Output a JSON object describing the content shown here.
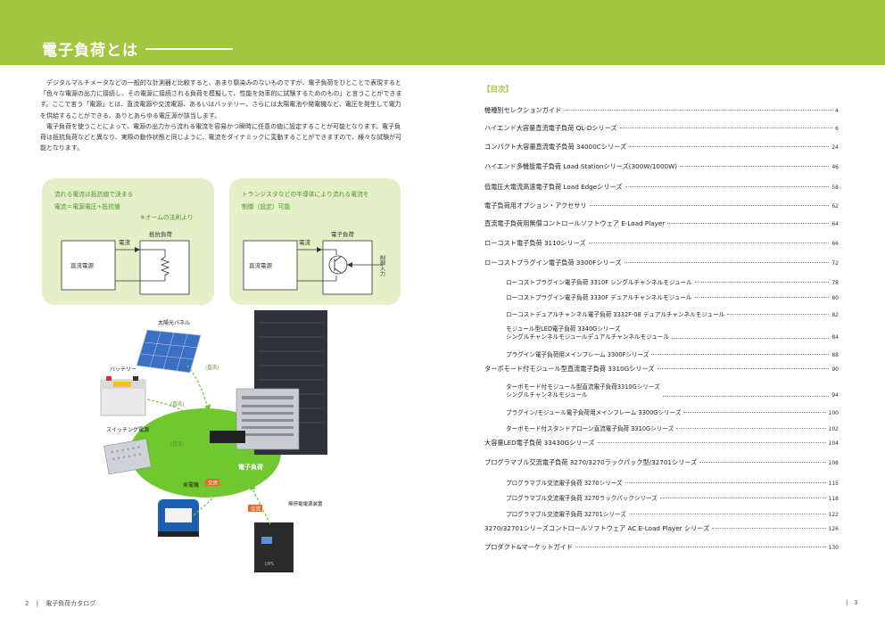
{
  "banner": {
    "title": "電子負荷とは"
  },
  "intro": {
    "p1": "デジタルマルチメータなどの一般的な計測器と比較すると、あまり馴染みのないものですが、電子負荷をひとことで表現すると「色々な電源の出力に接続し、その電源に接続される負荷を模擬して、性能を効率的に試験するためのもの」と言うことができます。ここで言う「電源」とは、直流電源や交流電源、あるいはバッテリー、さらには太陽電池や発電機など、電圧を発生して電力を供給することができる、ありとあらゆる電圧源が該当します。",
    "p2": "電子負荷を使うことによって、電源の出力から流れる電流を容易かつ瞬時に任意の値に設定することが可能となります。電子負荷は抵抗負荷などと異なり、実際の動作状態と同じように、電流をダイナミックに変動することができますので、様々な試験が可能となります。"
  },
  "box1": {
    "line1": "流れる電流は抵抗値で決まる",
    "line2": "電流＝電源電圧÷抵抗値",
    "note": "※オームの法則より",
    "source_label": "直流電源",
    "current_label": "電流",
    "load_label": "抵抗負荷"
  },
  "box2": {
    "line1": "トランジスタなどの半導体により流れる電流を",
    "line2": "制御（設定）可能",
    "source_label": "直流電源",
    "current_label": "電流",
    "load_label": "電子負荷",
    "control_label": "制御入力"
  },
  "illustration": {
    "solar_label": "太陽光パネル",
    "battery_label": "バッテリー",
    "switching_label": "スイッチング電源",
    "generator_label": "発電機",
    "ups_label": "無停電電源装置",
    "center_label": "電子負荷",
    "dc_tag": "(直流)",
    "ac_tag": "交流",
    "ups_text": "UPS"
  },
  "footer": {
    "left_page": "2",
    "left_title": "電子負荷カタログ",
    "right_page": "3"
  },
  "toc": {
    "heading": "【目次】",
    "entries": [
      {
        "label": "機種別セレクションガイド",
        "page": "4"
      },
      {
        "label": "ハイエンド大容量直流電子負荷 QL-Dシリーズ",
        "page": "6"
      },
      {
        "label": "コンパクト大容量直流電子負荷 34000Cシリーズ",
        "page": "24"
      },
      {
        "label": "ハイエンド多機能電子負荷 Load Stationシリーズ(300W/1000W)",
        "page": "46"
      },
      {
        "label": "低電圧大電流高速電子負荷 Load Edgeシリーズ",
        "page": "58"
      },
      {
        "label": "電子負荷用オプション・アクセサリ",
        "page": "62"
      },
      {
        "label": "直流電子負荷用無償コントロールソフトウェア E-Load Player",
        "page": "64"
      },
      {
        "label": "ローコスト電子負荷 3110シリーズ",
        "page": "66"
      },
      {
        "label": "ローコストプラグイン電子負荷 3300Fシリーズ",
        "page": "72"
      },
      {
        "label": "ローコストプラグイン電子負荷 3310F シングルチャンネルモジュール",
        "page": "78"
      },
      {
        "label": "ローコストプラグイン電子負荷 3330F デュアルチャンネルモジュール",
        "page": "80"
      },
      {
        "label": "ローコストデュアルチャンネル電子負荷 3332F-08 デュアルチャンネルモジュール",
        "page": "82"
      },
      {
        "label": "モジュール型LED電子負荷 3340Gシリーズ\nシングルチャンネルモジュールデュアルチャンネルモジュール",
        "page": "84"
      },
      {
        "label": "プラグイン電子負荷用メインフレーム 3300Fシリーズ",
        "page": "88"
      },
      {
        "label": "ターボモード付モジュール型直流電子負荷 3310Gシリーズ",
        "page": "90"
      },
      {
        "label": "ターボモード付モジュール型直流電子負荷3310Gシリーズ\nシングルチャンネルモジュール",
        "page": "94"
      },
      {
        "label": "プラグイン/モジュール電子負荷用メインフレーム 3300Gシリーズ",
        "page": "100"
      },
      {
        "label": "ターボモード付スタンドアローン直流電子負荷 3310Gシリーズ",
        "page": "102"
      },
      {
        "label": "大容量LED電子負荷 33430Gシリーズ",
        "page": "104"
      },
      {
        "label": "プログラマブル交流電子負荷 3270/3270ラックパック型/32701シリーズ",
        "page": "108"
      },
      {
        "label": "プログラマブル交流電子負荷 3270シリーズ",
        "page": "115"
      },
      {
        "label": "プログラマブル交流電子負荷 3270ラックパックシリーズ",
        "page": "118"
      },
      {
        "label": "プログラマブル交流電子負荷 32701シリーズ",
        "page": "122"
      },
      {
        "label": "3270/32701シリーズコントロールソフトウェア AC E-Load Player シリーズ",
        "page": "126"
      },
      {
        "label": "プロダクト&マーケットガイド",
        "page": "130"
      }
    ]
  }
}
